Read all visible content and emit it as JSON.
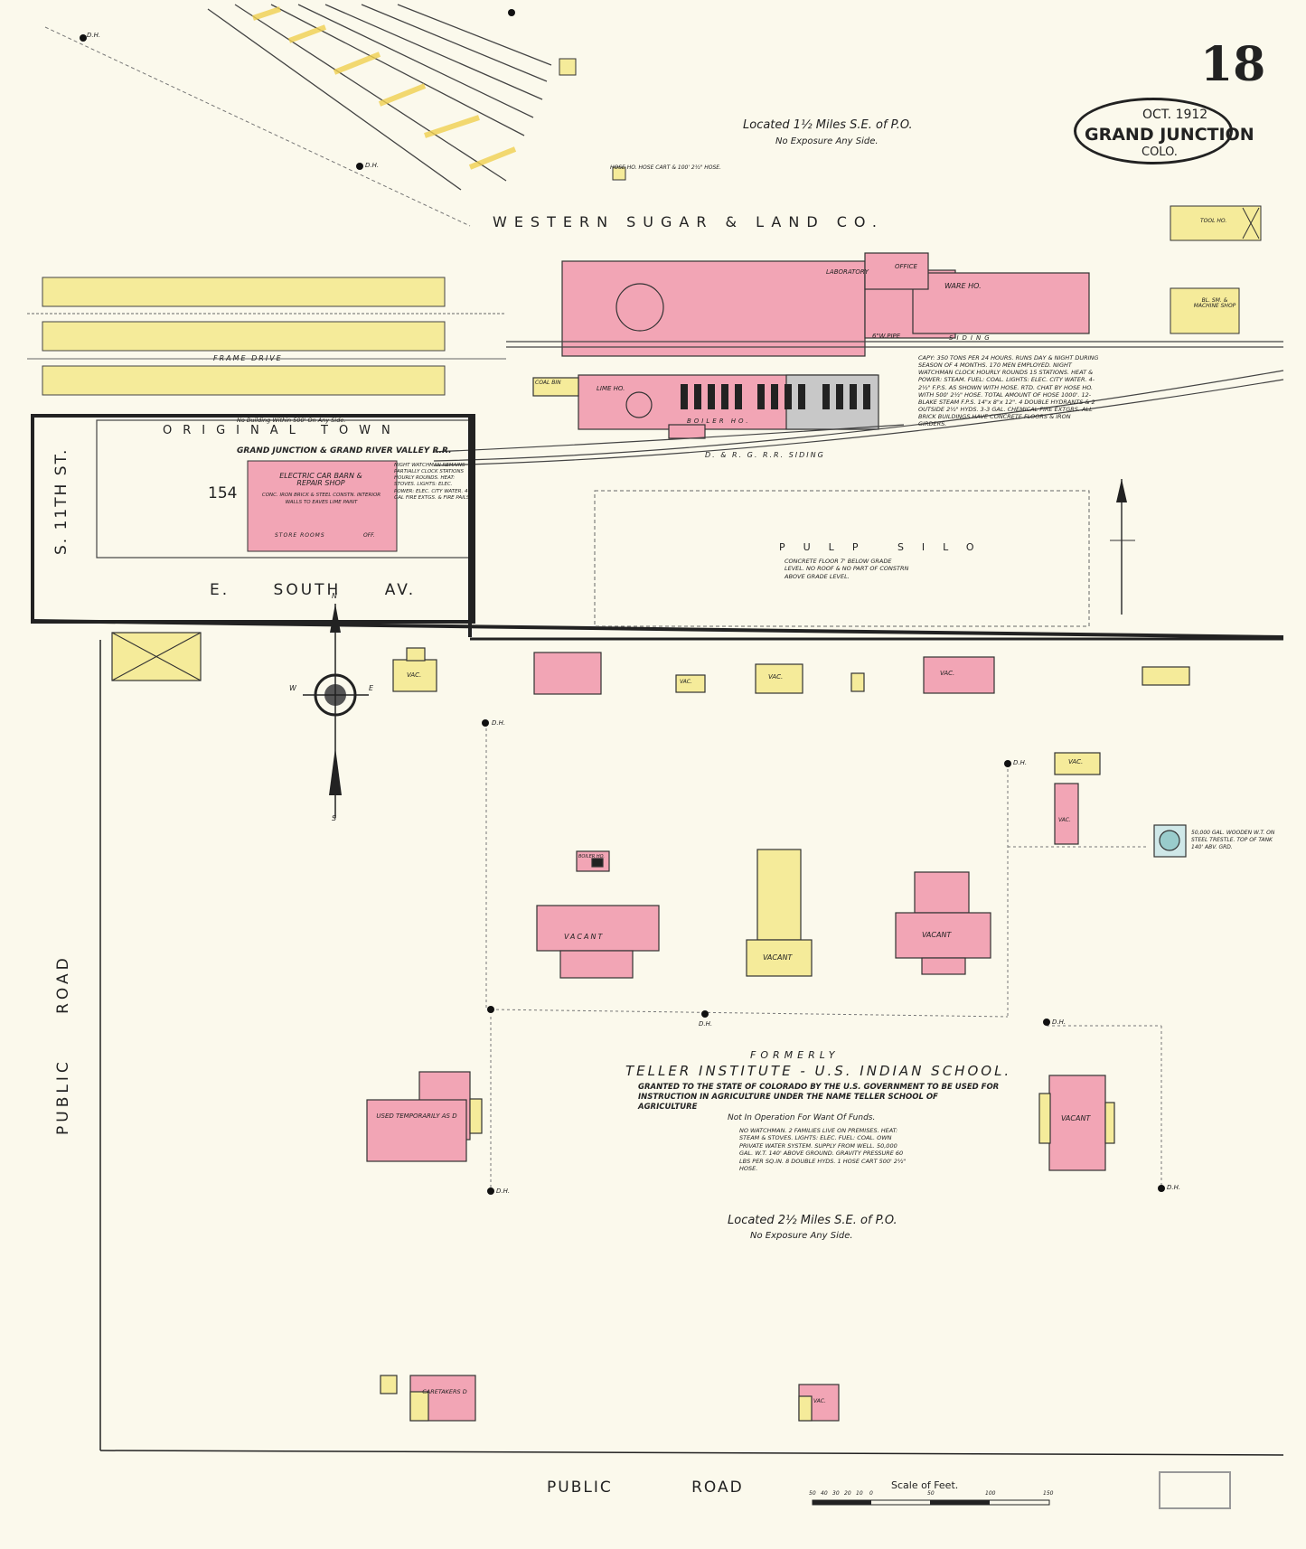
{
  "sheet": {
    "number": "18",
    "date": "OCT. 1912",
    "city": "GRAND JUNCTION",
    "state": "COLO."
  },
  "top": {
    "location": "Located 1½ Miles S.E. of P.O.",
    "exposure": "No Exposure Any Side.",
    "company": "WESTERN SUGAR & LAND CO.",
    "pipe": "6\"W.PIPE",
    "siding": "SIDING",
    "drive": "FRAME DRIVE",
    "rr_siding": "D. & R. G. R.R. SIDING",
    "hose": "HOSE HO. HOSE CART & 100' 2½\" HOSE.",
    "sugar_notes": "CAPY: 350 TONS PER 24 HOURS. RUNS DAY & NIGHT DURING SEASON OF 4 MONTHS. 170 MEN EMPLOYED. NIGHT WATCHMAN CLOCK HOURLY ROUNDS 15 STATIONS. HEAT & POWER: STEAM. FUEL: COAL. LIGHTS: ELEC. CITY WATER. 4-2½\" F.P.S. AS SHOWN WITH HOSE. RTD. CHAT BY HOSE HO. WITH 500' 2½\" HOSE. TOTAL AMOUNT OF HOSE 1000'. 12-BLAKE STEAM F.P.S. 14\"x 8\"x 12\". 4 DOUBLE HYDRANTS & 2 OUTSIDE 2½\" HYDS. 3-3 GAL. CHEMICAL FIRE EXTGRS. ALL BRICK BUILDINGS HAVE CONCRETE FLOORS & IRON GIRDERS.",
    "pulp_silo": "PULP SILO",
    "pulp_silo_note": "CONCRETE FLOOR 7' BELOW GRADE LEVEL. NO ROOF & NO PART OF CONSTRN ABOVE GRADE LEVEL."
  },
  "original_town": {
    "title": "ORIGINAL TOWN",
    "no_building": "No Building Within 500' On Any Side.",
    "railroad": "GRAND JUNCTION & GRAND RIVER VALLEY R.R.",
    "car_barn": "ELECTRIC CAR BARN & REPAIR SHOP",
    "construction": "CONC. IRON BRICK & STEEL CONSTN. INTERIOR WALLS TO EAVES LIME PAINT",
    "notes": "NIGHT WATCHMAN REMAINS PARTIALLY CLOCK STATIONS HOURLY ROUNDS. HEAT: STOVES. LIGHTS: ELEC. POWER: ELEC. CITY WATER. 4-3 GAL FIRE EXTGS. & FIRE PAILS.",
    "block": "154",
    "storerooms": "STORE ROOMS",
    "office": "OFF."
  },
  "streets": {
    "s11th": "S. 11TH ST.",
    "south_av": "E. SOUTH AV.",
    "public_road": "PUBLIC ROAD"
  },
  "compass": {
    "n": "N",
    "s": "S",
    "e": "E",
    "w": "W"
  },
  "school": {
    "formerly": "FORMERLY",
    "name": "TELLER INSTITUTE - U.S. INDIAN SCHOOL.",
    "granted": "GRANTED TO THE STATE OF COLORADO BY THE U.S. GOVERNMENT TO BE USED FOR INSTRUCTION IN AGRICULTURE UNDER THE NAME TELLER SCHOOL OF AGRICULTURE",
    "not_operating": "Not In Operation For Want Of Funds.",
    "notes": "NO WATCHMAN. 2 FAMILIES LIVE ON PREMISES. HEAT: STEAM & STOVES. LIGHTS: ELEC. FUEL: COAL. OWN PRIVATE WATER SYSTEM. SUPPLY FROM WELL. 50,000 GAL. W.T. 140' ABOVE GROUND. GRAVITY PRESSURE 60 LBS PER SQ.IN. 8 DOUBLE HYDS. 1 HOSE CART 500' 2½\" HOSE.",
    "location": "Located 2½ Miles S.E. of P.O.",
    "exposure": "No Exposure Any Side.",
    "tank": "50,000 GAL. WOODEN W.T. ON STEEL TRESTLE. TOP OF TANK 140' ABV. GRD."
  },
  "scale": {
    "label": "Scale of Feet.",
    "ticks": [
      "50",
      "40",
      "30",
      "20",
      "10",
      "0",
      "50",
      "100",
      "150"
    ]
  },
  "buildings": {
    "vacant": "VACANT",
    "vac": "VAC.",
    "used_temporarily": "USED TEMPORARILY AS D",
    "caretakers": "CARETAKERS D",
    "warehouse": "WARE HO.",
    "office": "OFFICE",
    "laboratory": "LABORATORY",
    "lime_ho": "LIME HO.",
    "boiler_ho": "BOILER HO.",
    "coal_bin": "COAL BIN",
    "tool_ho": "TOOL HO.",
    "machine_shop": "BL. SM. & MACHINE SHOP",
    "boiler_house_small": "BOILER HO.",
    "dh": "D.H."
  },
  "colors": {
    "paper": "#fbf9ec",
    "brick": "#f2a5b5",
    "frame": "#f5eb9a",
    "ink": "#222222",
    "rail": "#444444"
  }
}
